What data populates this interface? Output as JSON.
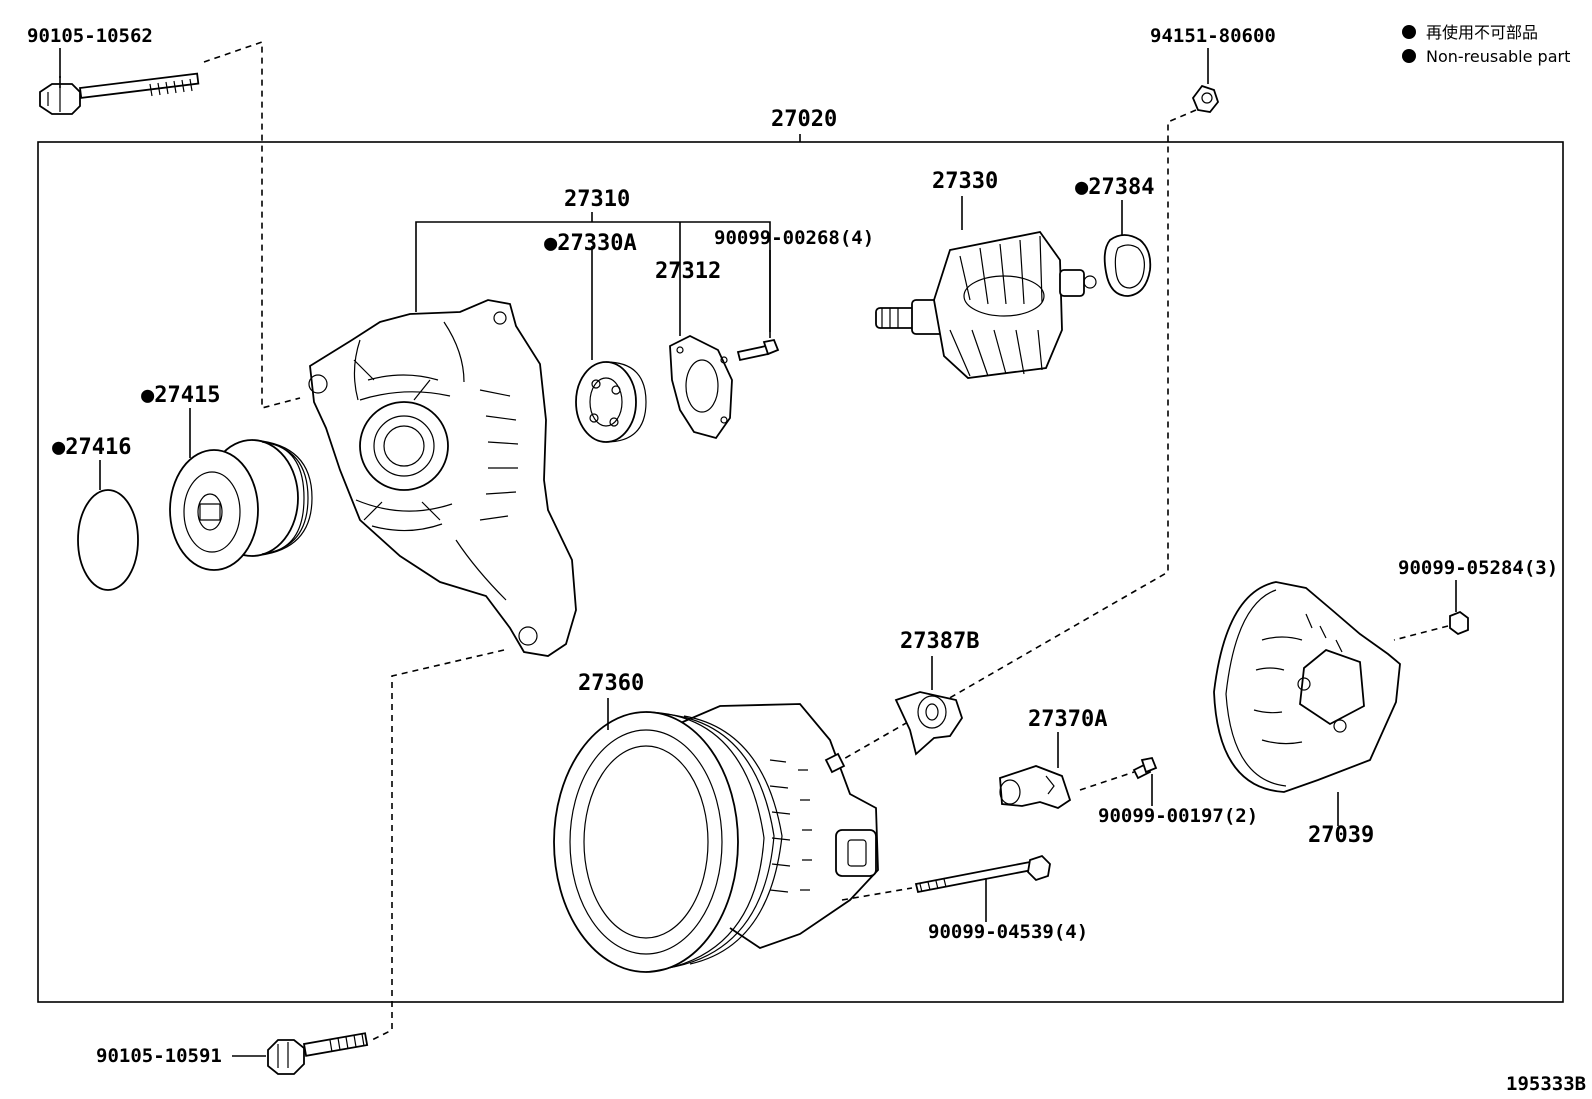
{
  "legend": {
    "line_ja": "再使用不可部品",
    "line_en": "Non-reusable part"
  },
  "labels": {
    "p90105_10562": "90105-10562",
    "p94151_80600": "94151-80600",
    "p27020": "27020",
    "p27310": "27310",
    "p27330A": "●27330A",
    "p27312": "27312",
    "p90099_00268": "90099-00268(4)",
    "p27330": "27330",
    "p27384": "●27384",
    "p27415": "●27415",
    "p27416": "●27416",
    "p90099_05284": "90099-05284(3)",
    "p27387B": "27387B",
    "p27360": "27360",
    "p27370A": "27370A",
    "p90099_00197": "90099-00197(2)",
    "p27039": "27039",
    "p90099_04539": "90099-04539(4)",
    "p90105_10591": "90105-10591",
    "diagram_id": "195333B"
  }
}
